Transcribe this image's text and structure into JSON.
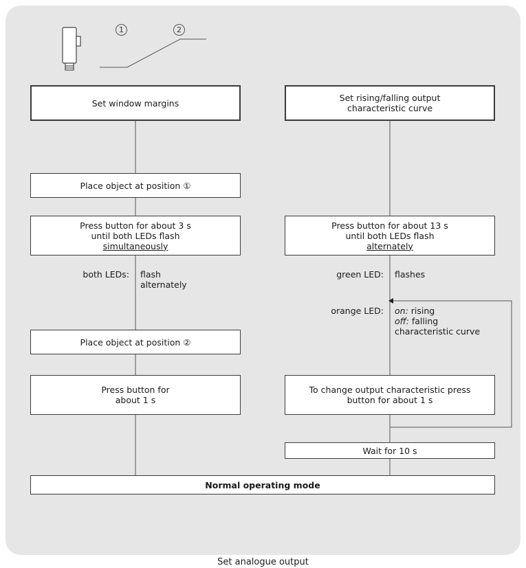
{
  "legend": {
    "pos1": "1",
    "pos2": "2"
  },
  "left_column": {
    "set_window": "Set window margins",
    "place1": "Place object at position ①",
    "press3_line1": "Press button for about 3 s",
    "press3_line2": "until both LEDs flash",
    "press3_line3": "simultaneously",
    "both_leds_label": "both LEDs:",
    "flash_line1": "flash",
    "flash_line2": "alternately",
    "place2": "Place object at position ②",
    "press1_line1": "Press button for",
    "press1_line2": "about 1 s"
  },
  "right_column": {
    "set_curve_line1": "Set rising/falling output",
    "set_curve_line2": "characteristic curve",
    "press13_line1": "Press button for about 13 s",
    "press13_line2": "until both LEDs flash",
    "press13_line3": "alternately",
    "green_label": "green LED:",
    "green_value": "flashes",
    "orange_label": "orange LED:",
    "on_label": "on:",
    "on_value": " rising",
    "off_label": "off:",
    "off_value": " falling",
    "curve_text": "characteristic curve",
    "change_line1": "To change output characteristic press",
    "change_line2": "button for about 1 s",
    "wait": "Wait for 10 s"
  },
  "normal_mode": "Normal operating mode",
  "caption": "Set analogue output"
}
